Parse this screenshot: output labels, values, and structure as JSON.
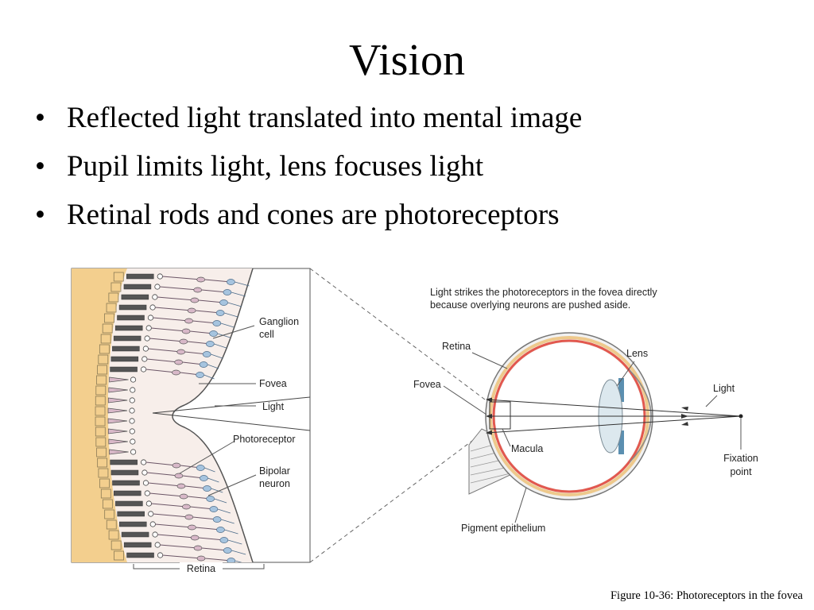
{
  "slide": {
    "title": "Vision",
    "bullets": [
      "Reflected light translated into mental image",
      "Pupil limits light, lens focuses light",
      "Retinal rods and cones are photoreceptors"
    ],
    "bullet_symbol": "•",
    "caption": "Figure 10-36: Photoreceptors in the fovea"
  },
  "figure": {
    "left_panel": {
      "labels": {
        "ganglion": [
          "Ganglion",
          "cell"
        ],
        "fovea": "Fovea",
        "light": "Light",
        "photoreceptor": "Photoreceptor",
        "bipolar": [
          "Bipolar",
          "neuron"
        ],
        "retina": "Retina"
      }
    },
    "right_panel": {
      "note": [
        "Light strikes the photoreceptors in the fovea directly",
        "because overlying neurons are pushed aside."
      ],
      "labels": {
        "retina": "Retina",
        "lens": "Lens",
        "fovea": "Fovea",
        "light": "Light",
        "macula": "Macula",
        "fixation": [
          "Fixation",
          "point"
        ],
        "pigment": "Pigment epithelium"
      }
    },
    "colors": {
      "pigment_layer": "#f3cf8e",
      "retina_panel": "#f7eeea",
      "cell_blue": "#a6c4df",
      "cell_pink": "#d8b8c8",
      "retina_red": "#e2584e",
      "lens_tint": "#dce8ee"
    }
  }
}
